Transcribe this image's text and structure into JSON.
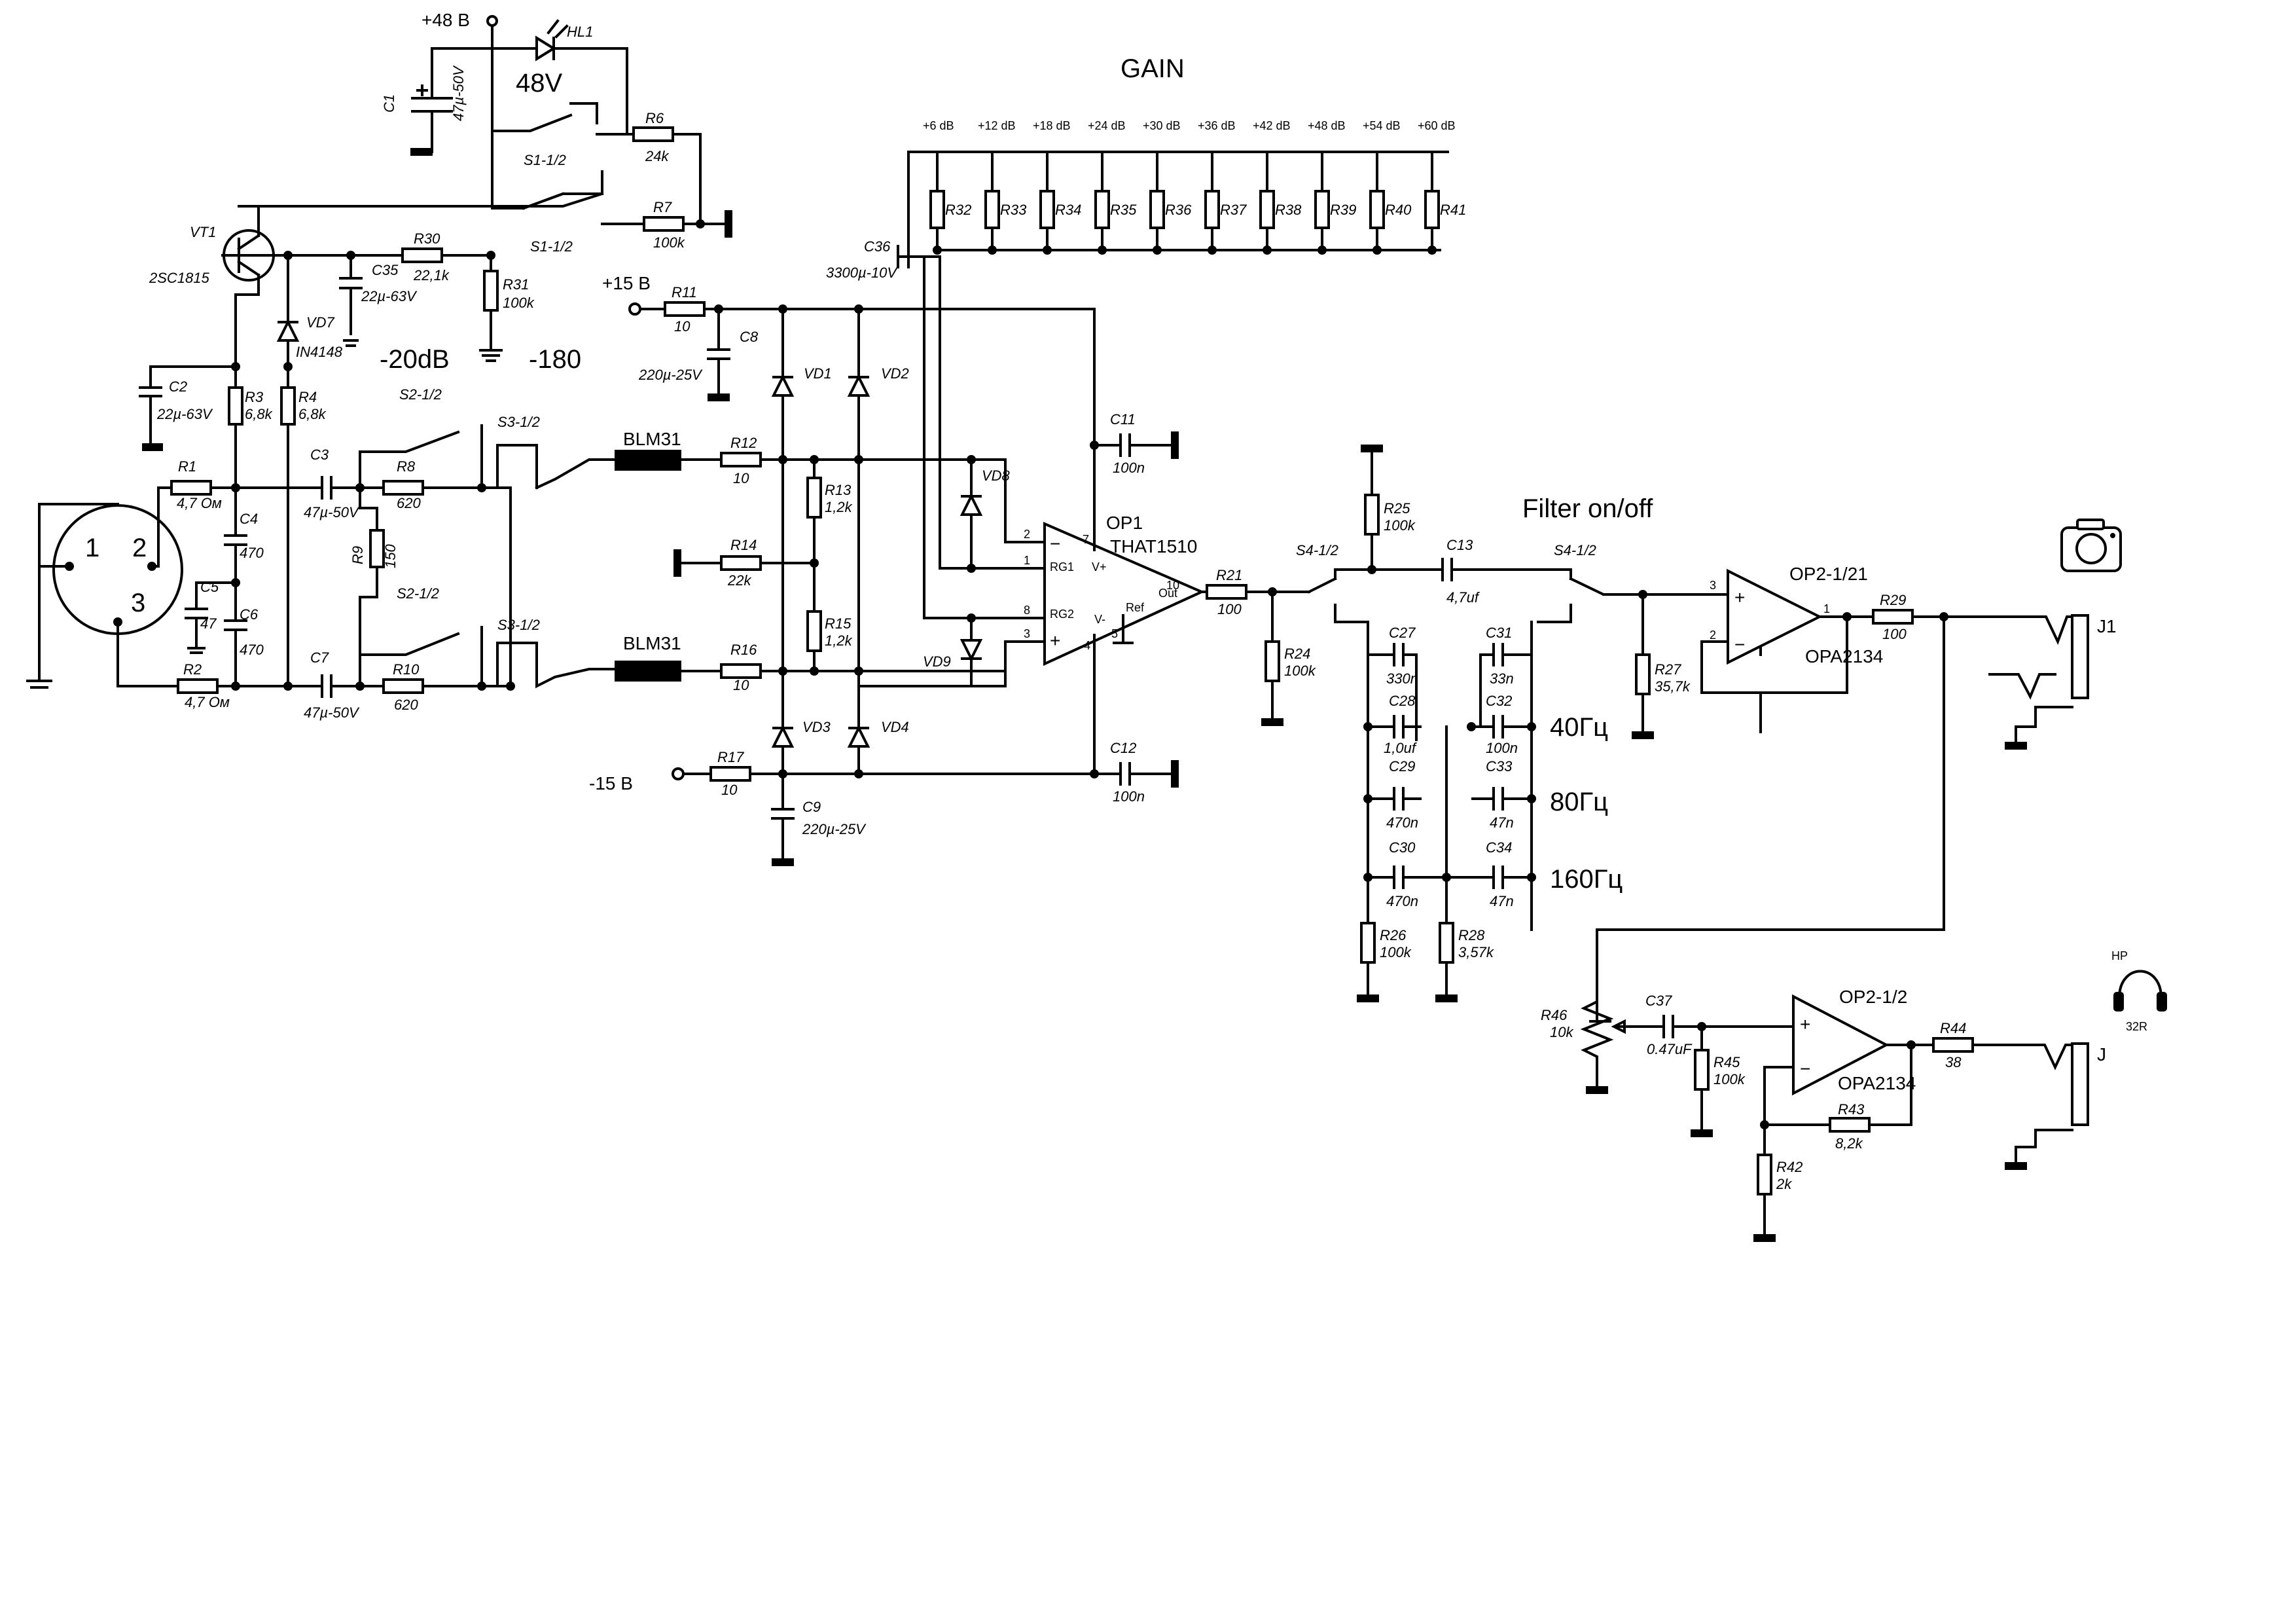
{
  "title": "GAIN",
  "filter_title": "Filter on/off",
  "sw48_label": "48V",
  "sw20_label": "-20dB",
  "sw180_label": "-180",
  "gain_steps": [
    "+6 dB",
    "+12 dB",
    "+18 dB",
    "+24 dB",
    "+30 dB",
    "+36 dB",
    "+42 dB",
    "+48 dB",
    "+54 dB",
    "+60 dB"
  ],
  "gain_resistors": [
    "R32",
    "R33",
    "R34",
    "R35",
    "R36",
    "R37",
    "R38",
    "R39",
    "R40",
    "R41"
  ],
  "rails": {
    "p48": "+48 В",
    "p15": "+15 В",
    "m15": "-15 В"
  },
  "filter_freqs": [
    "40Гц",
    "80Гц",
    "160Гц"
  ],
  "xlr_pins": [
    "1",
    "2",
    "3"
  ],
  "hp": {
    "name": "HP",
    "value": "32R"
  },
  "jacks": {
    "line": "J1",
    "hp": "J"
  },
  "ic": {
    "op1_name": "OP1",
    "op1_part": "THAT1510",
    "op1_pins": [
      "2",
      "1",
      "8",
      "3",
      "7",
      "10",
      "5",
      "4"
    ],
    "op1_inner": [
      "−",
      "RG1",
      "RG2",
      "+",
      "V+",
      "Out",
      "Ref",
      "V-"
    ],
    "op2a_name": "OP2-1/21",
    "op2a_part": "OPA2134",
    "op2a_pins": [
      "3",
      "2",
      "1"
    ],
    "op2b_name": "OP2-1/2",
    "op2b_part": "OPA2134"
  },
  "parts": {
    "HL1": "HL1",
    "C1": "C1",
    "C1v": "47µ-50V",
    "R6": "R6",
    "R6v": "24k",
    "R7": "R7",
    "R7v": "100k",
    "S1a": "S1-1/2",
    "S1b": "S1-1/2",
    "VT1": "VT1",
    "VT1v": "2SC1815",
    "R30": "R30",
    "R30v": "22,1k",
    "C35": "C35",
    "C35v": "22µ-63V",
    "R31": "R31",
    "R31v": "100k",
    "VD7": "VD7",
    "VD7v": "IN4148",
    "C2": "C2",
    "C2v": "22µ-63V",
    "R3": "R3",
    "R3v": "6,8k",
    "R4": "R4",
    "R4v": "6,8k",
    "R1": "R1",
    "R1v": "4,7 Ом",
    "R2": "R2",
    "R2v": "4,7 Ом",
    "C4": "C4",
    "C4v": "470",
    "C5": "C5",
    "C5v": "47",
    "C6": "C6",
    "C6v": "470",
    "C3": "C3",
    "C3v": "47µ-50V",
    "C7": "C7",
    "C7v": "47µ-50V",
    "R8": "R8",
    "R8v": "620",
    "R9": "R9",
    "R9v": "150",
    "R10": "R10",
    "R10v": "620",
    "S2a": "S2-1/2",
    "S2b": "S2-1/2",
    "S3a": "S3-1/2",
    "S3b": "S3-1/2",
    "FB1": "BLM31",
    "FB2": "BLM31",
    "R12": "R12",
    "R12v": "10",
    "R16": "R16",
    "R16v": "10",
    "R11": "R11",
    "R11v": "10",
    "R17": "R17",
    "R17v": "10",
    "C8": "C8",
    "C8v": "220µ-25V",
    "C9": "C9",
    "C9v": "220µ-25V",
    "VD1": "VD1",
    "VD2": "VD2",
    "VD3": "VD3",
    "VD4": "VD4",
    "R13": "R13",
    "R13v": "1,2k",
    "R15": "R15",
    "R15v": "1,2k",
    "R14": "R14",
    "R14v": "22k",
    "VD8": "VD8",
    "VD9": "VD9",
    "C36": "C36",
    "C36v": "3300µ-10V",
    "C11": "C11",
    "C11v": "100n",
    "C12": "C12",
    "C12v": "100n",
    "R21": "R21",
    "R21v": "100",
    "R24": "R24",
    "R24v": "100k",
    "S4a": "S4-1/2",
    "S4b": "S4-1/2",
    "R25": "R25",
    "R25v": "100k",
    "C13": "C13",
    "C13v": "4,7uf",
    "C27": "C27",
    "C27v": "330n",
    "C28": "C28",
    "C28v": "1,0uf",
    "C29": "C29",
    "C29v": "470n",
    "C30": "C30",
    "C30v": "470n",
    "C31": "C31",
    "C31v": "33n",
    "C32": "C32",
    "C32v": "100n",
    "C33": "C33",
    "C33v": "47n",
    "C34": "C34",
    "C34v": "47n",
    "R26": "R26",
    "R26v": "100k",
    "R28": "R28",
    "R28v": "3,57k",
    "R27": "R27",
    "R27v": "35,7k",
    "R29": "R29",
    "R29v": "100",
    "R46": "R46",
    "R46v": "10k",
    "C37": "C37",
    "C37v": "0.47uF",
    "R45": "R45",
    "R45v": "100k",
    "R44": "R44",
    "R44v": "38",
    "R43": "R43",
    "R43v": "8,2k",
    "R42": "R42",
    "R42v": "2k"
  }
}
